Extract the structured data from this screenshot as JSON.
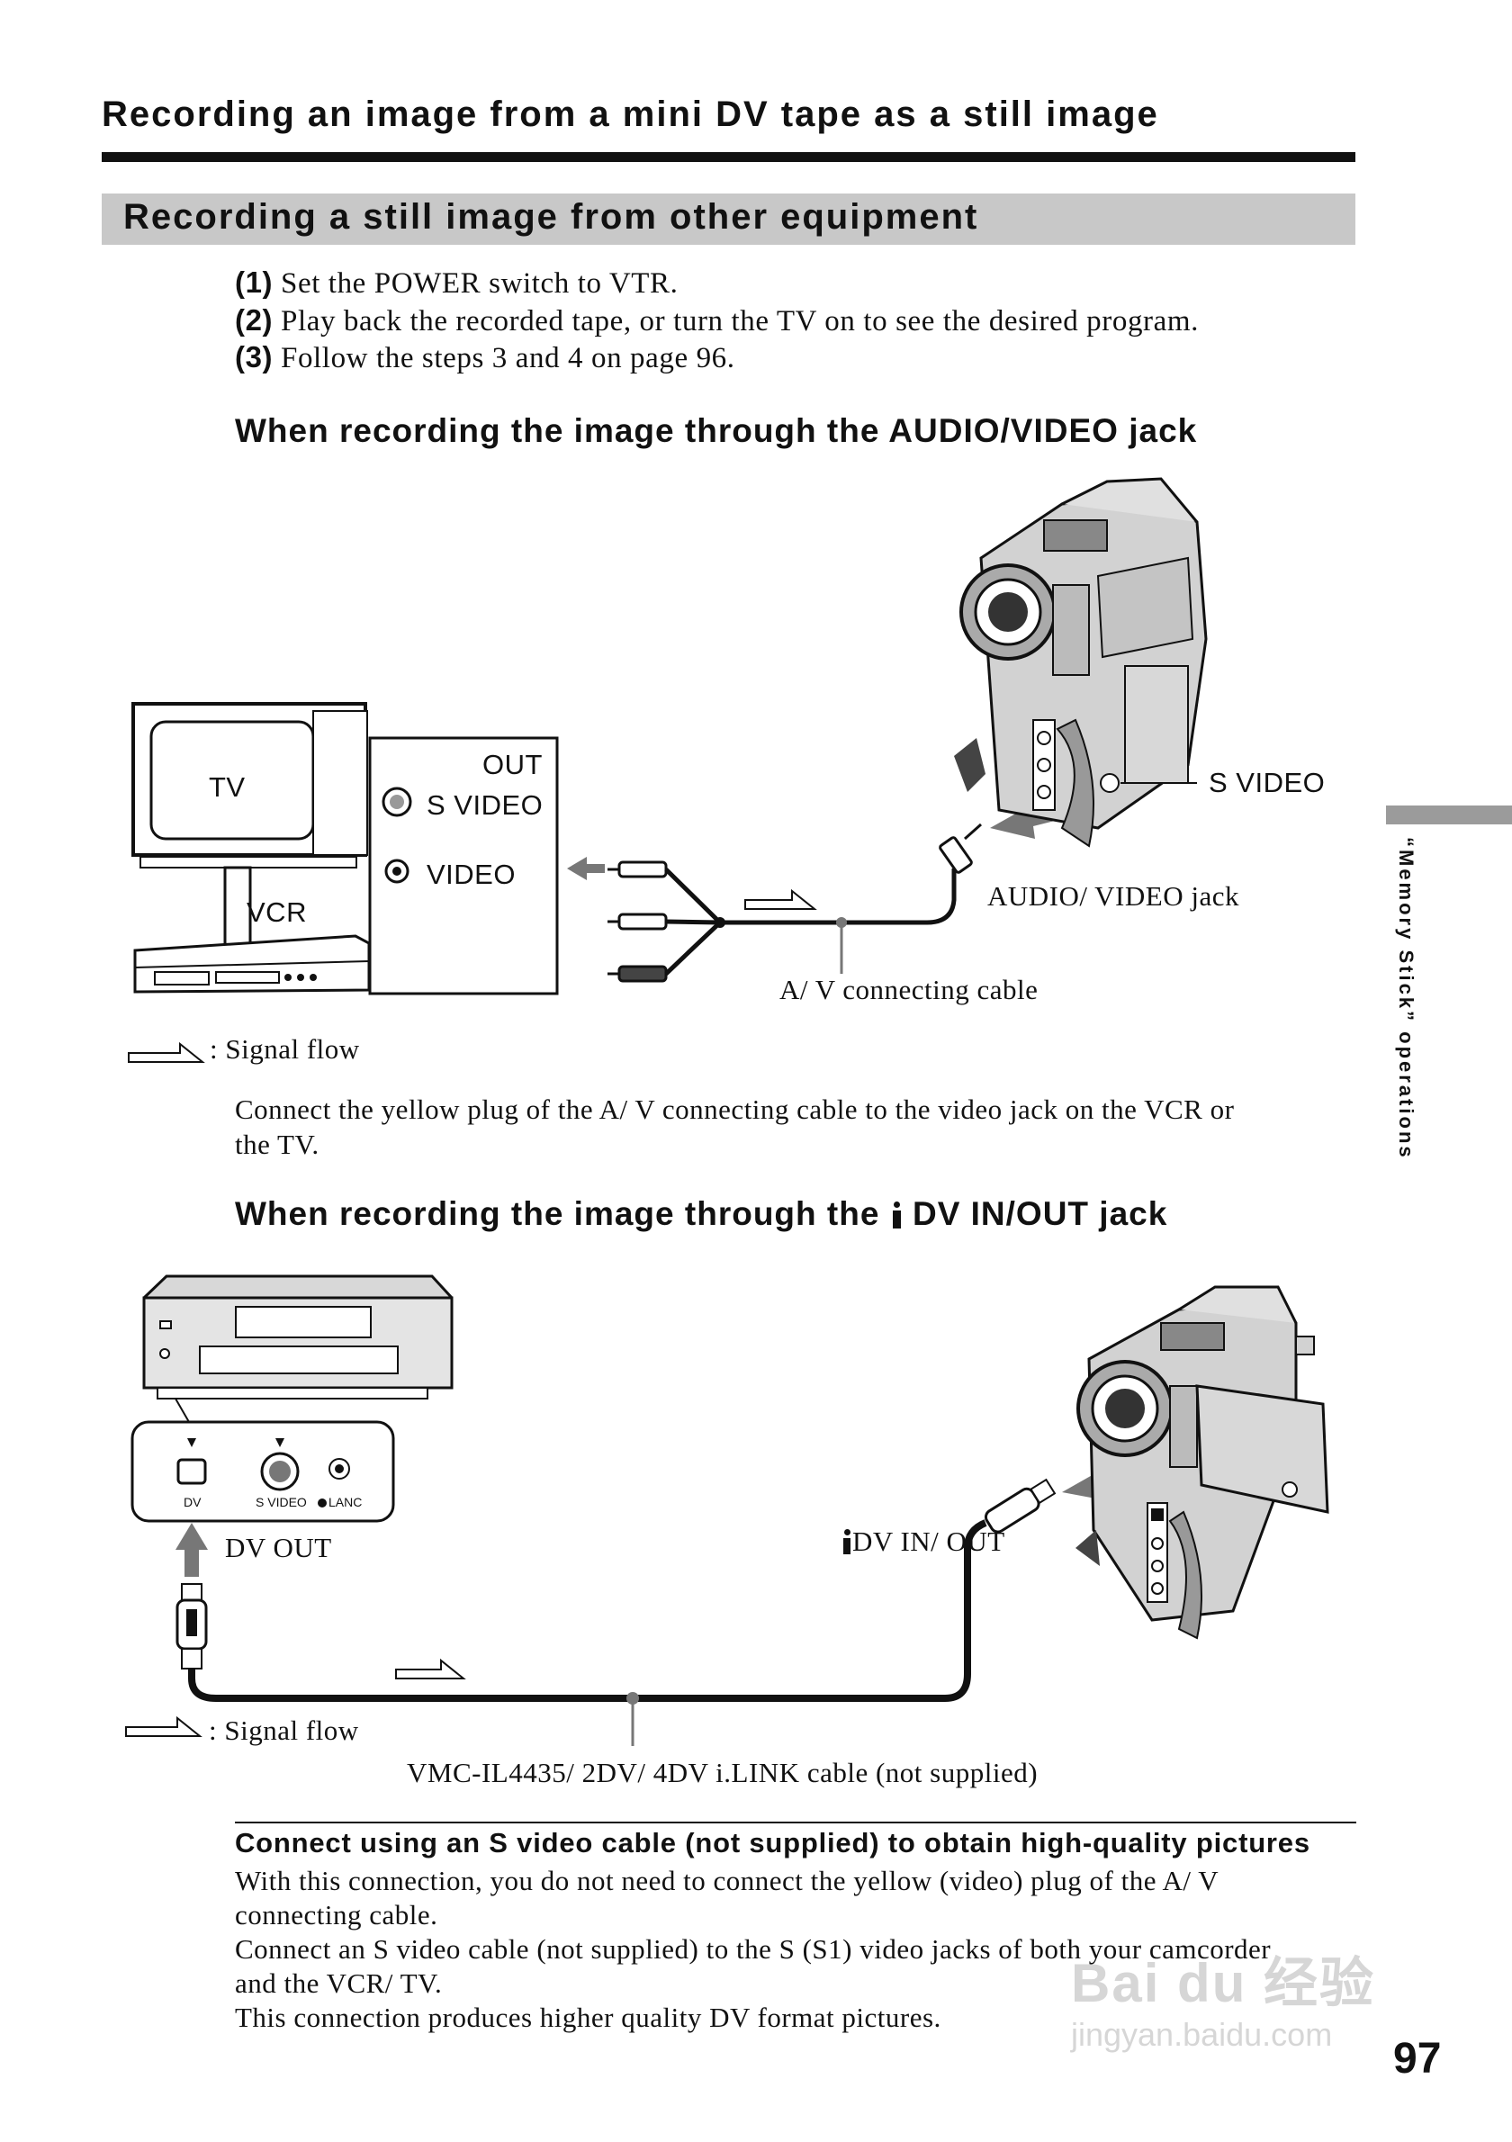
{
  "page": {
    "heading": "Recording an image from a mini DV tape as a still image",
    "section_title": "Recording a still image from other equipment",
    "page_number": "97",
    "side_tab": "“Memory Stick” operations"
  },
  "steps": [
    {
      "num": "(1)",
      "text": " Set the POWER switch to VTR."
    },
    {
      "num": "(2)",
      "text": " Play back the recorded tape, or turn the TV on to see the desired program."
    },
    {
      "num": "(3)",
      "text": "  Follow the steps 3 and 4 on page 96."
    }
  ],
  "av_section": {
    "heading": "When recording the image through the AUDIO/VIDEO jack",
    "labels": {
      "tv": "TV",
      "vcr": "VCR",
      "out": "OUT",
      "s_video_out": "S VIDEO",
      "video": "VIDEO",
      "s_video_cam": "S VIDEO",
      "av_jack": "AUDIO/ VIDEO jack",
      "cable": "A/ V connecting cable",
      "signal_flow": ": Signal flow"
    },
    "note_lines": [
      "Connect the yellow plug of the A/ V connecting cable to the video jack on the VCR or",
      "the TV."
    ]
  },
  "dv_section": {
    "heading_before": "When recording the image through the ",
    "heading_after": " DV IN/OUT jack",
    "labels": {
      "dv": "DV",
      "s_video": "S VIDEO",
      "lanc": "LANC",
      "dv_out": "DV OUT",
      "dv_in_out": "DV IN/ OUT",
      "signal_flow": ": Signal flow",
      "cable": "VMC-IL4435/ 2DV/ 4DV i.LINK cable (not supplied)"
    }
  },
  "note": {
    "title": "Connect using an S video cable (not supplied) to obtain high-quality pictures",
    "lines": [
      "With this connection, you do not need to connect the yellow (video) plug of the A/ V",
      "connecting cable.",
      "Connect an S video cable (not supplied) to the S (S1) video jacks of both your camcorder",
      "and the VCR/ TV.",
      "This connection produces higher quality DV format pictures."
    ]
  },
  "watermark": {
    "brand": "Bai du 经验",
    "url": "jingyan.baidu.com"
  }
}
